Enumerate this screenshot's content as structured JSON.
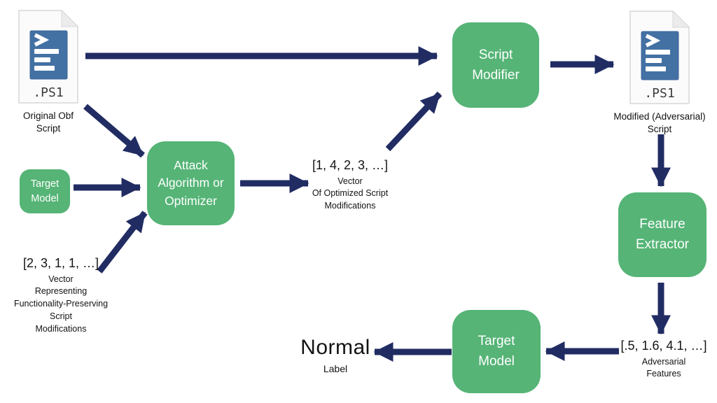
{
  "colors": {
    "box_green": "#55b476",
    "arrow_navy": "#212c63",
    "icon_blue": "#4471a4"
  },
  "nodes": {
    "original_script": {
      "ext": ".PS1",
      "caption": "Original Obf\nScript"
    },
    "script_modifier": {
      "label": "Script\nModifier"
    },
    "modified_script": {
      "ext": ".PS1",
      "caption": "Modified (Adversarial)\nScript"
    },
    "target_model_left": {
      "label": "Target\nModel"
    },
    "attack_algorithm": {
      "label": "Attack\nAlgorithm or\nOptimizer"
    },
    "optimized_vector": {
      "value": "[1, 4, 2, 3, …]",
      "caption": "Vector\nOf Optimized Script\nModifications"
    },
    "modification_vector": {
      "value": "[2, 3, 1, 1, …]",
      "caption": "Vector\nRepresenting\nFunctionality-Preserving\nScript\nModifications"
    },
    "feature_extractor": {
      "label": "Feature\nExtractor"
    },
    "adversarial_features": {
      "value": "[.5, 1.6, 4.1, …]",
      "caption": "Adversarial\nFeatures"
    },
    "prediction": {
      "value": "Normal",
      "caption": "Label"
    }
  }
}
